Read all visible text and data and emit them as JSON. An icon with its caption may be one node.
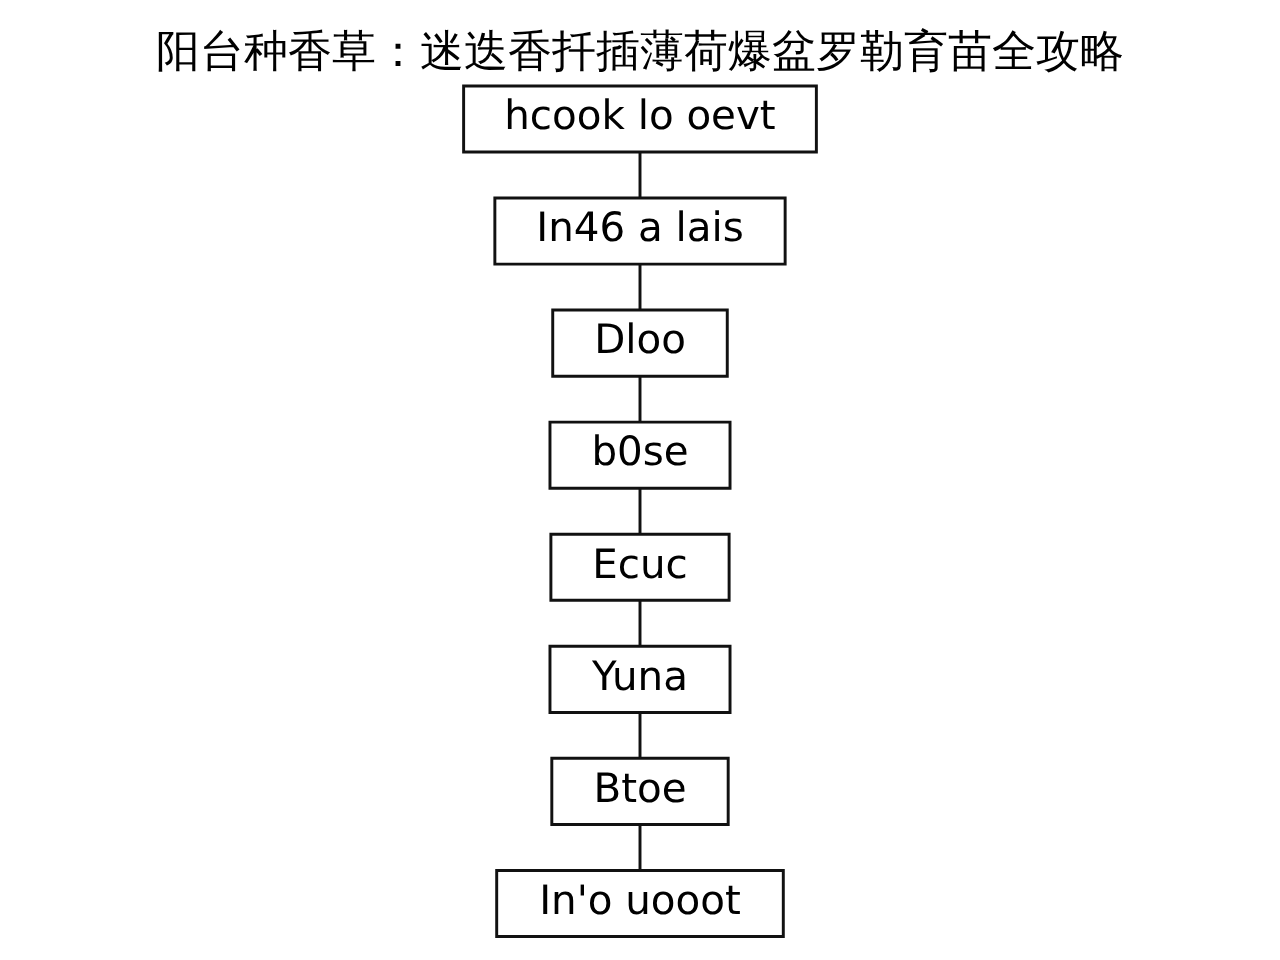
{
  "diagram": {
    "title": "阳台种香草：迷迭香扦插薄荷爆盆罗勒育苗全攻略",
    "nodes": [
      {
        "text": [
          "hcook lo oevt"
        ]
      },
      {
        "text": [
          "In46 a lais"
        ]
      },
      {
        "text": [
          "Dloo"
        ]
      },
      {
        "text": [
          "b0se"
        ]
      },
      {
        "text": [
          "Ecuc"
        ]
      },
      {
        "text": [
          "Yuna"
        ]
      },
      {
        "text": [
          "Btoe"
        ]
      },
      {
        "text": [
          "In'o uooot"
        ]
      }
    ],
    "edges": [
      {
        "from": 0,
        "to": 1,
        "arrow": "none"
      },
      {
        "from": 1,
        "to": 2,
        "arrow": "none"
      },
      {
        "from": 2,
        "to": 3,
        "arrow": "none"
      },
      {
        "from": 3,
        "to": 4,
        "arrow": "none"
      },
      {
        "from": 4,
        "to": 5,
        "arrow": "none"
      },
      {
        "from": 5,
        "to": 6,
        "arrow": "none"
      },
      {
        "from": 6,
        "to": 7,
        "arrow": "none"
      }
    ]
  }
}
